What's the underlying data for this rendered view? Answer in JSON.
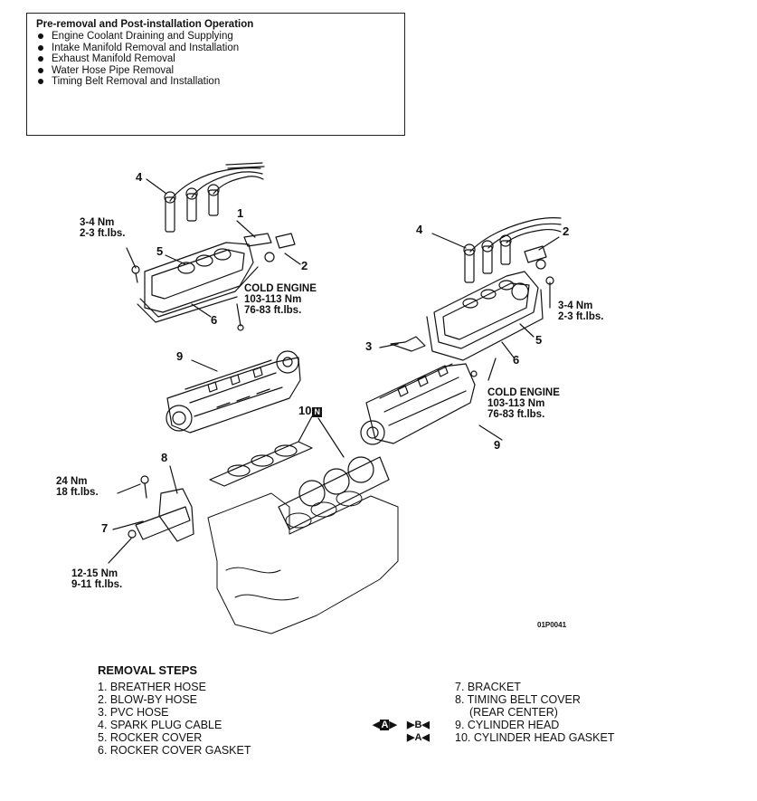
{
  "operations": {
    "title": "Pre-removal and Post-installation Operation",
    "items": [
      "Engine Coolant Draining and Supplying",
      "Intake Manifold Removal and Installation",
      "Exhaust Manifold Removal",
      "Water Hose Pipe Removal",
      "Timing Belt Removal and Installation"
    ]
  },
  "callouts": {
    "c4_left": "4",
    "c1_left": "1",
    "c5_left": "5",
    "c2_left": "2",
    "c6_left": "6",
    "c9_left": "9",
    "c10": "10",
    "c10_badge": "N",
    "c8": "8",
    "c7": "7",
    "c4_right": "4",
    "c2_right": "2",
    "c3_right": "3",
    "c5_right": "5",
    "c6_right": "6",
    "c9_right": "9"
  },
  "torque": {
    "t1_nm": "3-4 Nm",
    "t1_ft": "2-3 ft.lbs.",
    "cold_left_title": "COLD ENGINE",
    "cold_left_nm": "103-113 Nm",
    "cold_left_ft": "76-83 ft.lbs.",
    "t2_nm": "3-4 Nm",
    "t2_ft": "2-3 ft.lbs.",
    "cold_right_title": "COLD ENGINE",
    "cold_right_nm": "103-113 Nm",
    "cold_right_ft": "76-83 ft.lbs.",
    "t3_nm": "24 Nm",
    "t3_ft": "18 ft.lbs.",
    "t4_nm": "12-15 Nm",
    "t4_ft": "9-11 ft.lbs."
  },
  "figure_code": "01P0041",
  "removal": {
    "heading": "REMOVAL STEPS",
    "left_steps": [
      "1. BREATHER HOSE",
      "2. BLOW-BY HOSE",
      "3. PVC HOSE",
      "4. SPARK PLUG CABLE",
      "5. ROCKER COVER",
      "6. ROCKER COVER GASKET"
    ],
    "step7": "7. BRACKET",
    "step8a": "8. TIMING BELT COVER",
    "step8b": "(REAR CENTER)",
    "step9": "9. CYLINDER HEAD",
    "step10": "10. CYLINDER HEAD GASKET",
    "mark_a": "A",
    "mark_b": "B",
    "mark_a2": "A"
  }
}
